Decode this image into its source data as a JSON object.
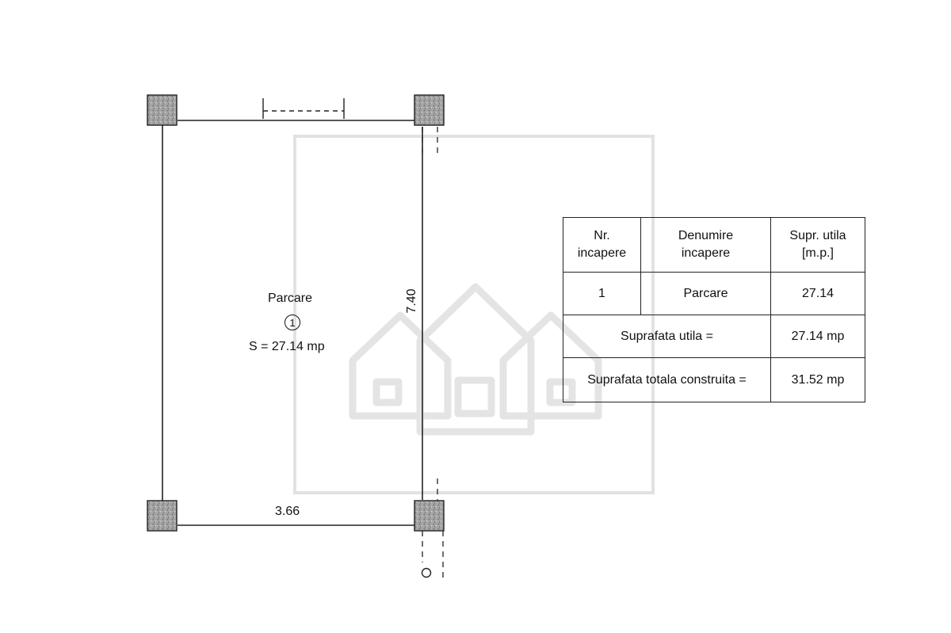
{
  "plan": {
    "room": {
      "name": "Parcare",
      "number": "1",
      "area_label": "S = 27.14 mp"
    },
    "dimensions": {
      "width": "3.66",
      "length": "7.40"
    }
  },
  "table": {
    "headers": {
      "nr": [
        "Nr.",
        "incapere"
      ],
      "name": [
        "Denumire",
        "incapere"
      ],
      "area": [
        "Supr. utila",
        "[m.p.]"
      ]
    },
    "row": {
      "nr": "1",
      "name": "Parcare",
      "area": "27.14"
    },
    "useful_label": "Suprafata utila =",
    "useful_value": "27.14 mp",
    "total_label": "Suprafata totala construita =",
    "total_value": "31.52 mp"
  },
  "colors": {
    "line": "#222222",
    "watermark": "#e2e2e2",
    "column_fill": "#9a9a9a"
  }
}
